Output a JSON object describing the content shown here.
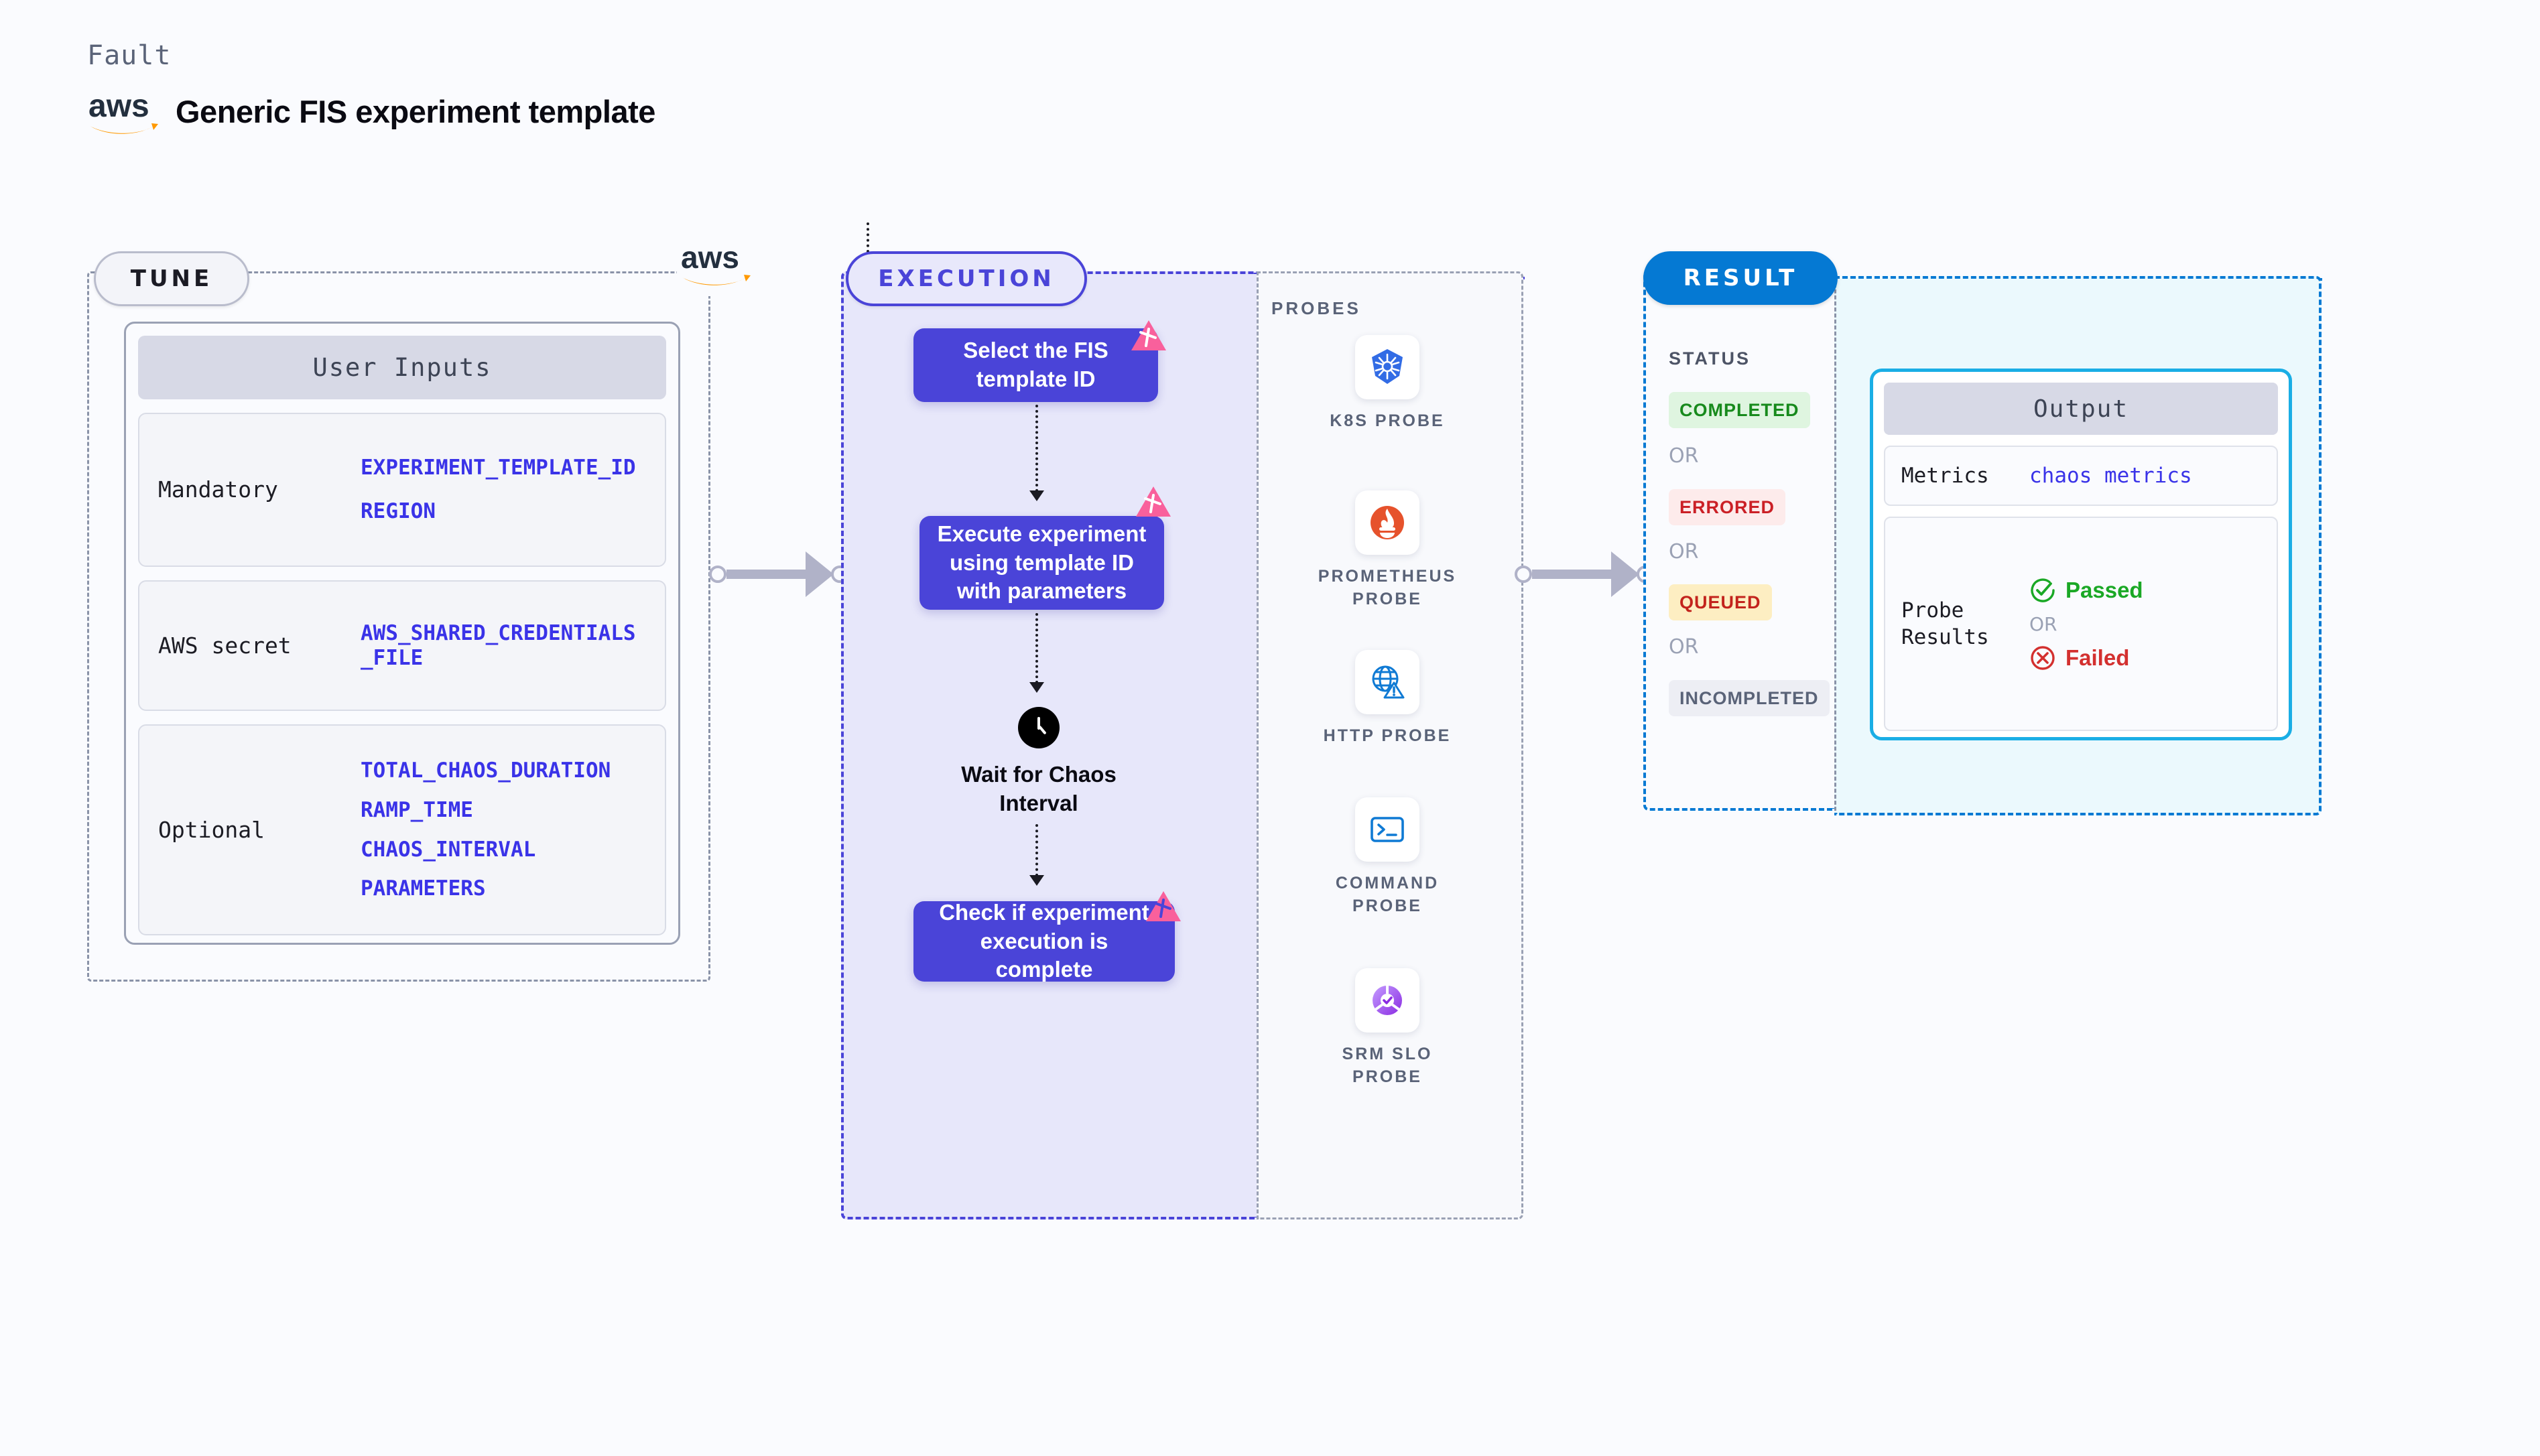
{
  "header": {
    "eyebrow": "Fault",
    "title": "Generic FIS experiment template",
    "logo_name": "aws-logo"
  },
  "stages": {
    "tune": {
      "label": "TUNE"
    },
    "execution": {
      "label": "EXECUTION"
    },
    "result": {
      "label": "RESULT"
    }
  },
  "tune": {
    "card_title": "User Inputs",
    "groups": [
      {
        "label": "Mandatory",
        "values": [
          "EXPERIMENT_TEMPLATE_ID",
          "REGION"
        ]
      },
      {
        "label": "AWS secret",
        "values": [
          "AWS_SHARED_CREDENTIALS\n_FILE"
        ]
      },
      {
        "label": "Optional",
        "values": [
          "TOTAL_CHAOS_DURATION",
          "RAMP_TIME",
          "CHAOS_INTERVAL",
          "PARAMETERS"
        ]
      }
    ]
  },
  "execution": {
    "nodes": [
      {
        "text": "Select the FIS template ID",
        "badge": "litmus-icon"
      },
      {
        "text": "Execute experiment using template ID with parameters",
        "badge": "litmus-icon"
      },
      {
        "text": "Check if experiment execution is complete",
        "badge": "litmus-icon"
      }
    ],
    "wait": {
      "icon": "clock-icon",
      "label": "Wait for Chaos Interval"
    }
  },
  "probes": {
    "title": "PROBES",
    "items": [
      {
        "label": "K8S PROBE",
        "icon": "kubernetes-icon"
      },
      {
        "label": "PROMETHEUS PROBE",
        "icon": "prometheus-icon"
      },
      {
        "label": "HTTP PROBE",
        "icon": "http-globe-icon"
      },
      {
        "label": "COMMAND PROBE",
        "icon": "terminal-icon"
      },
      {
        "label": "SRM SLO PROBE",
        "icon": "srm-slo-icon"
      }
    ]
  },
  "result": {
    "status_title": "STATUS",
    "or_label": "OR",
    "badges": [
      {
        "label": "COMPLETED",
        "bg": "#dff5e0",
        "fg": "#178a1c"
      },
      {
        "label": "ERRORED",
        "bg": "#fdebeb",
        "fg": "#cb2026"
      },
      {
        "label": "QUEUED",
        "bg": "#fdeec2",
        "fg": "#c3241d"
      },
      {
        "label": "INCOMPLETED",
        "bg": "#edeef4",
        "fg": "#5a6378"
      }
    ]
  },
  "output": {
    "title": "Output",
    "metrics_key": "Metrics",
    "metrics_value": "chaos metrics",
    "probe_results_key": "Probe\nResults",
    "passed_label": "Passed",
    "failed_label": "Failed",
    "or_label": "OR"
  },
  "colors": {
    "background": "#fafbfe",
    "execution_purple": "#4a44d8",
    "result_blue": "#0579d3",
    "output_cyan": "#1aaee5",
    "litmus_pink": "#f9609c",
    "aws_orange": "#ff9900",
    "value_blue": "#3a33e8",
    "muted_gray": "#5a6378"
  }
}
